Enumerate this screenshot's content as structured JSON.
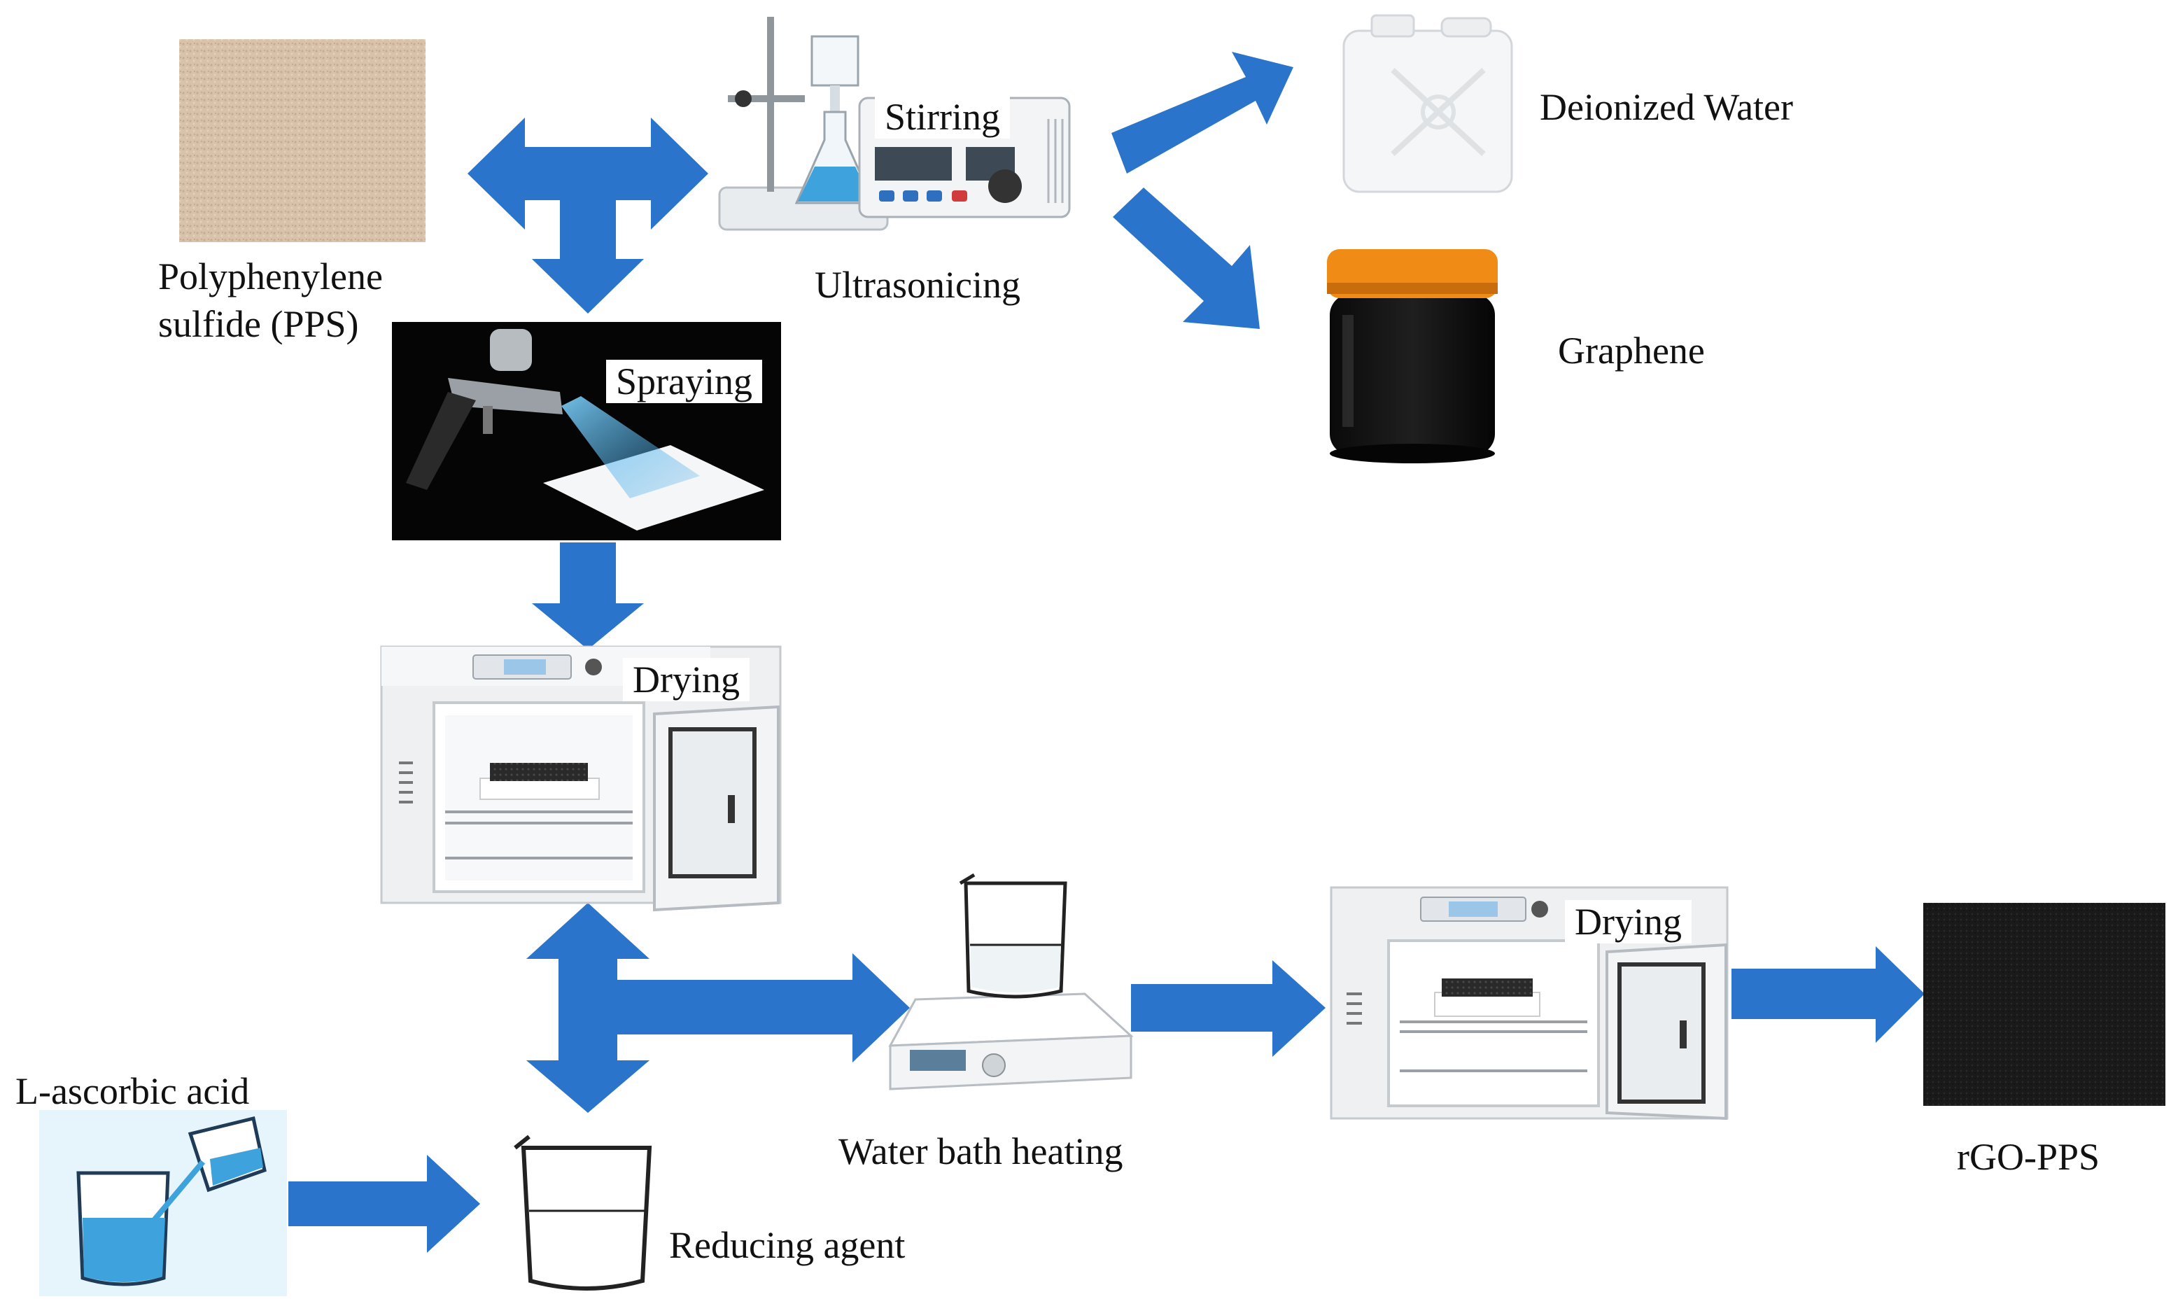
{
  "labels": {
    "pps_line1": "Polyphenylene",
    "pps_line2": "sulfide (PPS)",
    "stirring": "Stirring",
    "ultrasonicing": "Ultrasonicing",
    "deionized_water": "Deionized Water",
    "graphene": "Graphene",
    "spraying": "Spraying",
    "drying_1": "Drying",
    "drying_2": "Drying",
    "water_bath": "Water bath heating",
    "l_ascorbic": "L-ascorbic acid",
    "reducing_agent": "Reducing agent",
    "rgo_pps": "rGO-PPS"
  },
  "colors": {
    "arrow": "#2b74cc",
    "liquid": "#3ea2dc",
    "pps_texture": "#d9c3ab",
    "jar_lid": "#f08c16",
    "rgo_texture": "#1b1b1b"
  }
}
